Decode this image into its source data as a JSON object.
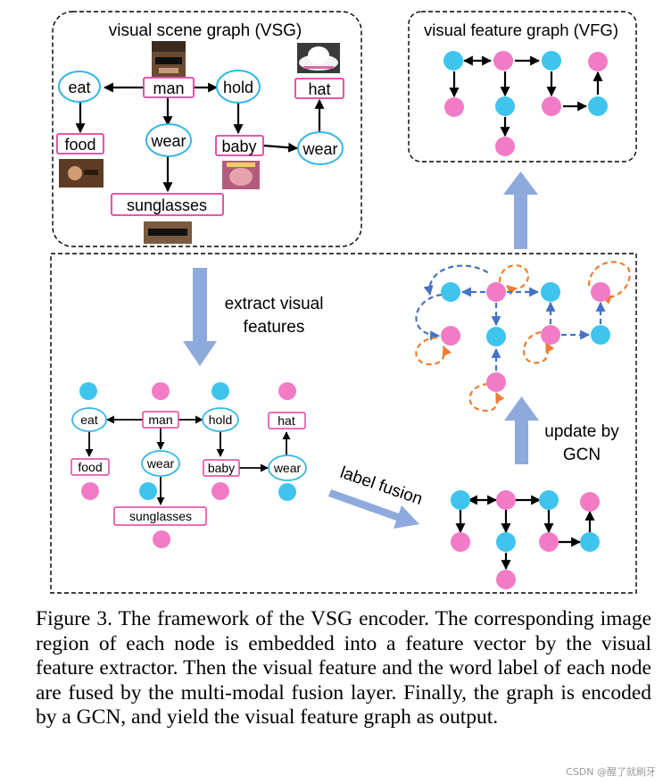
{
  "vsg": {
    "title": "visual scene graph (VSG)",
    "labels": {
      "eat": "eat",
      "man": "man",
      "hold": "hold",
      "hat": "hat",
      "food": "food",
      "wear1": "wear",
      "baby": "baby",
      "wear2": "wear",
      "sunglasses": "sunglasses"
    }
  },
  "vfg": {
    "title": "visual feature graph (VFG)"
  },
  "steps": {
    "extract": [
      "extract visual",
      "features"
    ],
    "label_fusion": "label fusion",
    "update": [
      "update by",
      "GCN"
    ]
  },
  "caption": "Figure 3. The framework of the VSG encoder. The corresponding image region of each node is embedded into a feature vector by the visual feature extractor. Then the visual feature and the word label of each node are fused by the multi-modal fusion layer. Finally, the graph is encoded by a GCN, and yield the visual feature graph as output.",
  "watermark": "CSDN @醒了就刷牙",
  "colors": {
    "cyan": "#3fc4ee",
    "pink": "#f27bc6",
    "label_border": "#e33fa0",
    "arrow_blue": "#8eaadc",
    "dash_blue": "#4472c4",
    "dash_orange": "#ed7d31"
  }
}
